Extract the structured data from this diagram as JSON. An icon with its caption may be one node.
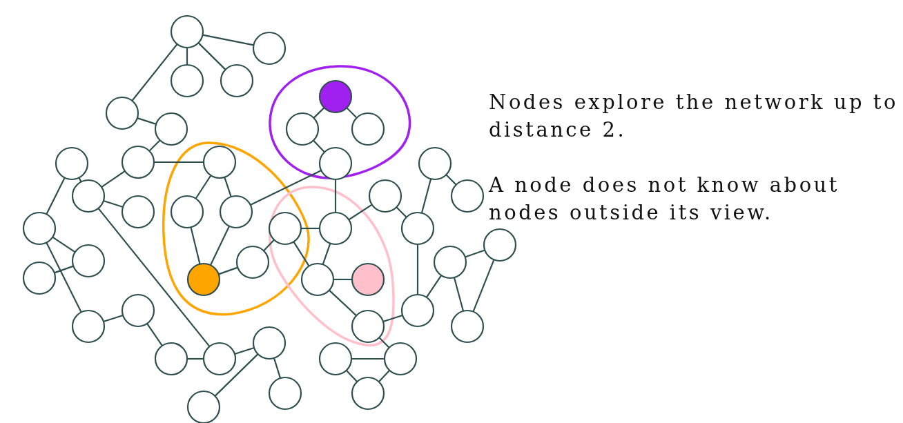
{
  "diagram": {
    "nodes": [
      {
        "text": [],
        "shape": "circle"
      },
      {
        "text": [],
        "shape": "circle"
      },
      {
        "text": [],
        "shape": "circle"
      },
      {
        "text": [],
        "shape": "circle"
      },
      {
        "text": [],
        "shape": "circle"
      },
      {
        "text": [],
        "shape": "circle"
      },
      {
        "text": [],
        "shape": "circle"
      },
      {
        "text": [],
        "shape": "circle"
      },
      {
        "text": [],
        "shape": "circle"
      },
      {
        "text": [],
        "shape": "circle"
      },
      {
        "text": [],
        "shape": "circle"
      },
      {
        "text": [],
        "shape": "circle"
      },
      {
        "text": [],
        "shape": "circle"
      },
      {
        "text": [],
        "shape": "circle"
      },
      {
        "text": [],
        "shape": "circle"
      },
      {
        "text": [],
        "shape": "circle"
      },
      {
        "text": [],
        "shape": "circle"
      },
      {
        "text": [],
        "shape": "circle"
      },
      {
        "text": [],
        "shape": "circle"
      },
      {
        "text": [],
        "shape": "circle"
      },
      {
        "text": [],
        "shape": "circle"
      },
      {
        "text": [],
        "shape": "circle"
      },
      {
        "text": [],
        "shape": "circle"
      },
      {
        "text": [],
        "shape": "circle"
      },
      {
        "text": [],
        "shape": "circle"
      },
      {
        "text": [],
        "shape": "circle"
      },
      {
        "text": [],
        "shape": "circle"
      },
      {
        "text": [],
        "shape": "circle"
      },
      {
        "text": [],
        "shape": "circle"
      },
      {
        "text": [],
        "shape": "circle"
      },
      {
        "text": [],
        "shape": "circle"
      },
      {
        "text": [],
        "shape": "circle"
      },
      {
        "text": [],
        "shape": "circle"
      },
      {
        "text": [],
        "shape": "circle"
      },
      {
        "text": [],
        "shape": "circle"
      },
      {
        "text": [],
        "shape": "circle"
      },
      {
        "text": [],
        "shape": "circle"
      },
      {
        "text": [],
        "shape": "circle"
      },
      {
        "text": [],
        "shape": "circle"
      },
      {
        "text": [],
        "shape": "circle"
      },
      {
        "text": [],
        "shape": "circle"
      },
      {
        "text": [],
        "shape": "circle"
      },
      {
        "text": [],
        "shape": "circle"
      },
      {
        "text": [],
        "shape": "circle"
      },
      {
        "text": [],
        "shape": "circle"
      }
    ],
    "edges": [
      {
        "from": 0,
        "to": 1,
        "arrow": "none"
      },
      {
        "from": 0,
        "to": 2,
        "arrow": "none"
      },
      {
        "from": 0,
        "to": 3,
        "arrow": "none"
      },
      {
        "from": 0,
        "to": 5,
        "arrow": "none"
      },
      {
        "from": 5,
        "to": 6,
        "arrow": "none"
      },
      {
        "from": 6,
        "to": 10,
        "arrow": "none"
      },
      {
        "from": 10,
        "to": 11,
        "arrow": "none"
      },
      {
        "from": 10,
        "to": 14,
        "arrow": "none"
      },
      {
        "from": 9,
        "to": 14,
        "arrow": "none"
      },
      {
        "from": 9,
        "to": 20,
        "arrow": "none"
      },
      {
        "from": 14,
        "to": 17,
        "arrow": "none"
      },
      {
        "from": 14,
        "to": 39,
        "arrow": "none"
      },
      {
        "from": 11,
        "to": 18,
        "arrow": "none"
      },
      {
        "from": 11,
        "to": 19,
        "arrow": "none"
      },
      {
        "from": 18,
        "to": 29,
        "arrow": "none"
      },
      {
        "from": 19,
        "to": 29,
        "arrow": "none"
      },
      {
        "from": 19,
        "to": 12,
        "arrow": "none"
      },
      {
        "from": 29,
        "to": 26,
        "arrow": "none"
      },
      {
        "from": 26,
        "to": 21,
        "arrow": "none"
      },
      {
        "from": 21,
        "to": 22,
        "arrow": "none"
      },
      {
        "from": 21,
        "to": 30,
        "arrow": "none"
      },
      {
        "from": 22,
        "to": 12,
        "arrow": "none"
      },
      {
        "from": 22,
        "to": 15,
        "arrow": "none"
      },
      {
        "from": 22,
        "to": 30,
        "arrow": "none"
      },
      {
        "from": 4,
        "to": 7,
        "arrow": "none"
      },
      {
        "from": 4,
        "to": 8,
        "arrow": "none"
      },
      {
        "from": 7,
        "to": 12,
        "arrow": "none"
      },
      {
        "from": 30,
        "to": 31,
        "arrow": "none"
      },
      {
        "from": 30,
        "to": 35,
        "arrow": "none"
      },
      {
        "from": 35,
        "to": 33,
        "arrow": "none"
      },
      {
        "from": 35,
        "to": 41,
        "arrow": "none"
      },
      {
        "from": 15,
        "to": 23,
        "arrow": "none"
      },
      {
        "from": 13,
        "to": 23,
        "arrow": "none"
      },
      {
        "from": 13,
        "to": 16,
        "arrow": "none"
      },
      {
        "from": 23,
        "to": 33,
        "arrow": "none"
      },
      {
        "from": 33,
        "to": 27,
        "arrow": "none"
      },
      {
        "from": 27,
        "to": 24,
        "arrow": "none"
      },
      {
        "from": 27,
        "to": 36,
        "arrow": "none"
      },
      {
        "from": 24,
        "to": 36,
        "arrow": "none"
      },
      {
        "from": 20,
        "to": 25,
        "arrow": "none"
      },
      {
        "from": 20,
        "to": 34,
        "arrow": "none"
      },
      {
        "from": 25,
        "to": 28,
        "arrow": "none"
      },
      {
        "from": 34,
        "to": 32,
        "arrow": "none"
      },
      {
        "from": 32,
        "to": 38,
        "arrow": "none"
      },
      {
        "from": 38,
        "to": 39,
        "arrow": "none"
      },
      {
        "from": 39,
        "to": 37,
        "arrow": "none"
      },
      {
        "from": 37,
        "to": 44,
        "arrow": "none"
      },
      {
        "from": 37,
        "to": 42,
        "arrow": "none"
      },
      {
        "from": 40,
        "to": 41,
        "arrow": "none"
      },
      {
        "from": 40,
        "to": 43,
        "arrow": "none"
      },
      {
        "from": 41,
        "to": 43,
        "arrow": "none"
      }
    ],
    "labels": [
      "Nodes explore the network up to distance 2.",
      "A node does not know about nodes outside its view."
    ]
  }
}
